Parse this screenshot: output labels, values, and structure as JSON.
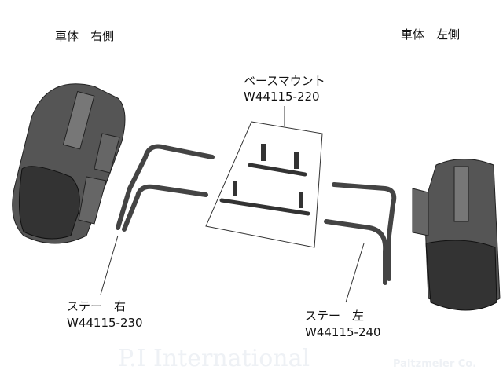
{
  "labels": {
    "body_right": "車体　右側",
    "body_left": "車体　左側",
    "base_mount_name": "ベースマウント",
    "base_mount_part": "W44115-220",
    "stay_right_name": "ステー　右",
    "stay_right_part": "W44115-230",
    "stay_left_name": "ステー　左",
    "stay_left_part": "W44115-240"
  },
  "watermark": "P.I International / Paitzmeier Co."
}
